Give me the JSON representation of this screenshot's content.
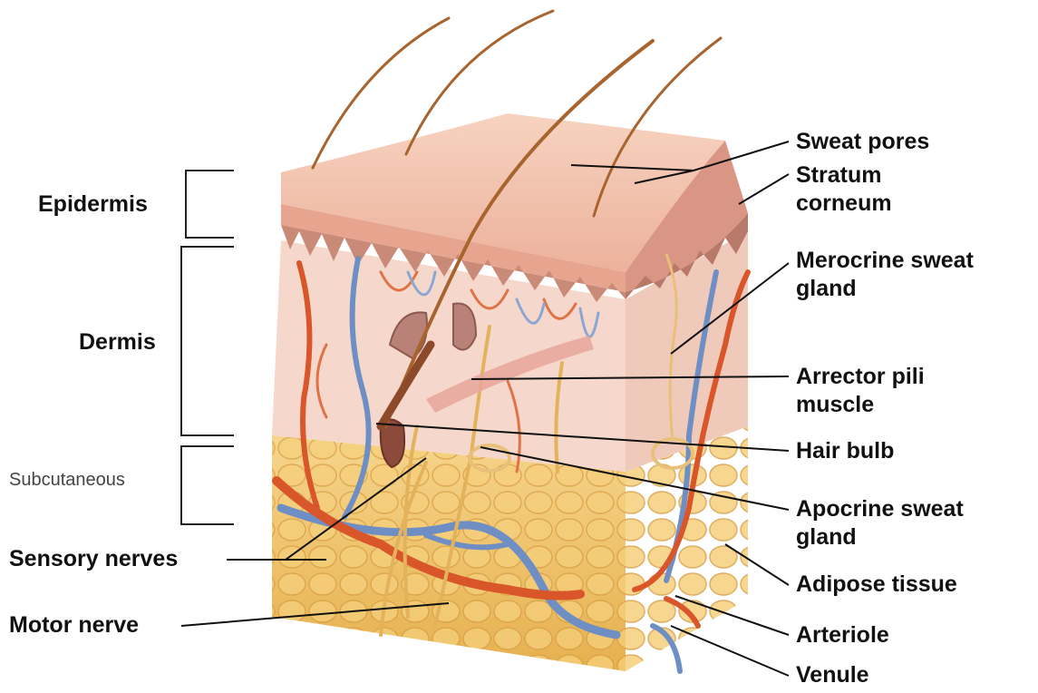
{
  "layers": [
    {
      "id": "epidermis",
      "label": "Epidermis"
    },
    {
      "id": "dermis",
      "label": "Dermis"
    },
    {
      "id": "subcutaneous",
      "label": "Subcutaneous"
    }
  ],
  "left_labels": {
    "sensory_nerves": "Sensory nerves",
    "motor_nerve": "Motor nerve"
  },
  "right_labels": {
    "sweat_pores": "Sweat pores",
    "stratum_corneum": [
      "Stratum",
      "corneum"
    ],
    "merocrine": [
      "Merocrine sweat",
      "gland"
    ],
    "arrector": [
      "Arrector pili",
      "muscle"
    ],
    "hair_bulb": "Hair bulb",
    "apocrine": [
      "Apocrine sweat",
      "gland"
    ],
    "adipose": "Adipose tissue",
    "arteriole": "Arteriole",
    "venule": "Venule"
  },
  "colors": {
    "epidermis_top": "#f3c1a8",
    "epidermis_ridge": "#c98a78",
    "dermis": "#f6d9cc",
    "subcutaneous_fat": "#f2c86a",
    "artery": "#d9552a",
    "vein": "#6f8fc4",
    "nerve": "#e3b25a",
    "hair": "#a8642e"
  }
}
